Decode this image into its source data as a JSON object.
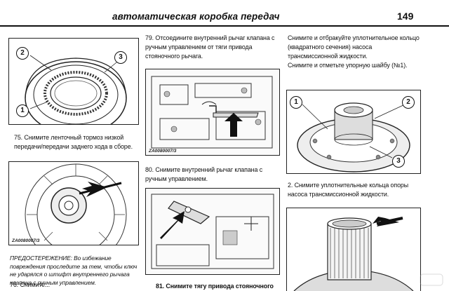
{
  "header": {
    "title": "автоматическая коробка передач",
    "page_number": "149"
  },
  "figures": {
    "fig75": {
      "callouts": [
        "1",
        "2",
        "3"
      ]
    },
    "fig76": {
      "code": "ZA0080007/3"
    },
    "fig79": {
      "code": "ZA0080007/3"
    },
    "fig_right1": {
      "callouts": [
        "1",
        "2",
        "3"
      ]
    }
  },
  "column1": {
    "caption_75": "75. Снимите ленточный тормоз низкой передачи/передачи заднего хода в сборе.",
    "caution": "ПРЕДОСТЕРЕЖЕНИЕ: Во избежание повреждения проследите за тем, чтобы ключ не ударялся о штифт внутреннего рычага клапана с ручным управлением.",
    "next_fragment": "76. Снимите..."
  },
  "column2": {
    "text_79": "79. Отсоедините внутренний рычаг клапана с ручным управлением от тяги привода стояночного рычага.",
    "text_80": "80. Снимите внутренний рычаг клапана с ручным управлением.",
    "text_81": "81. Снимите тягу привода стояночного"
  },
  "column3": {
    "text_a": "Снимите и отбракуйте уплотнительное кольцо (квадратного сечения) насоса трансмиссионной жидкости.",
    "text_b": "Снимите и отметьте упорную шайбу (№1).",
    "text_2": "2. Снимите уплотнительные кольца опоры насоса трансмиссионной жидкости."
  }
}
